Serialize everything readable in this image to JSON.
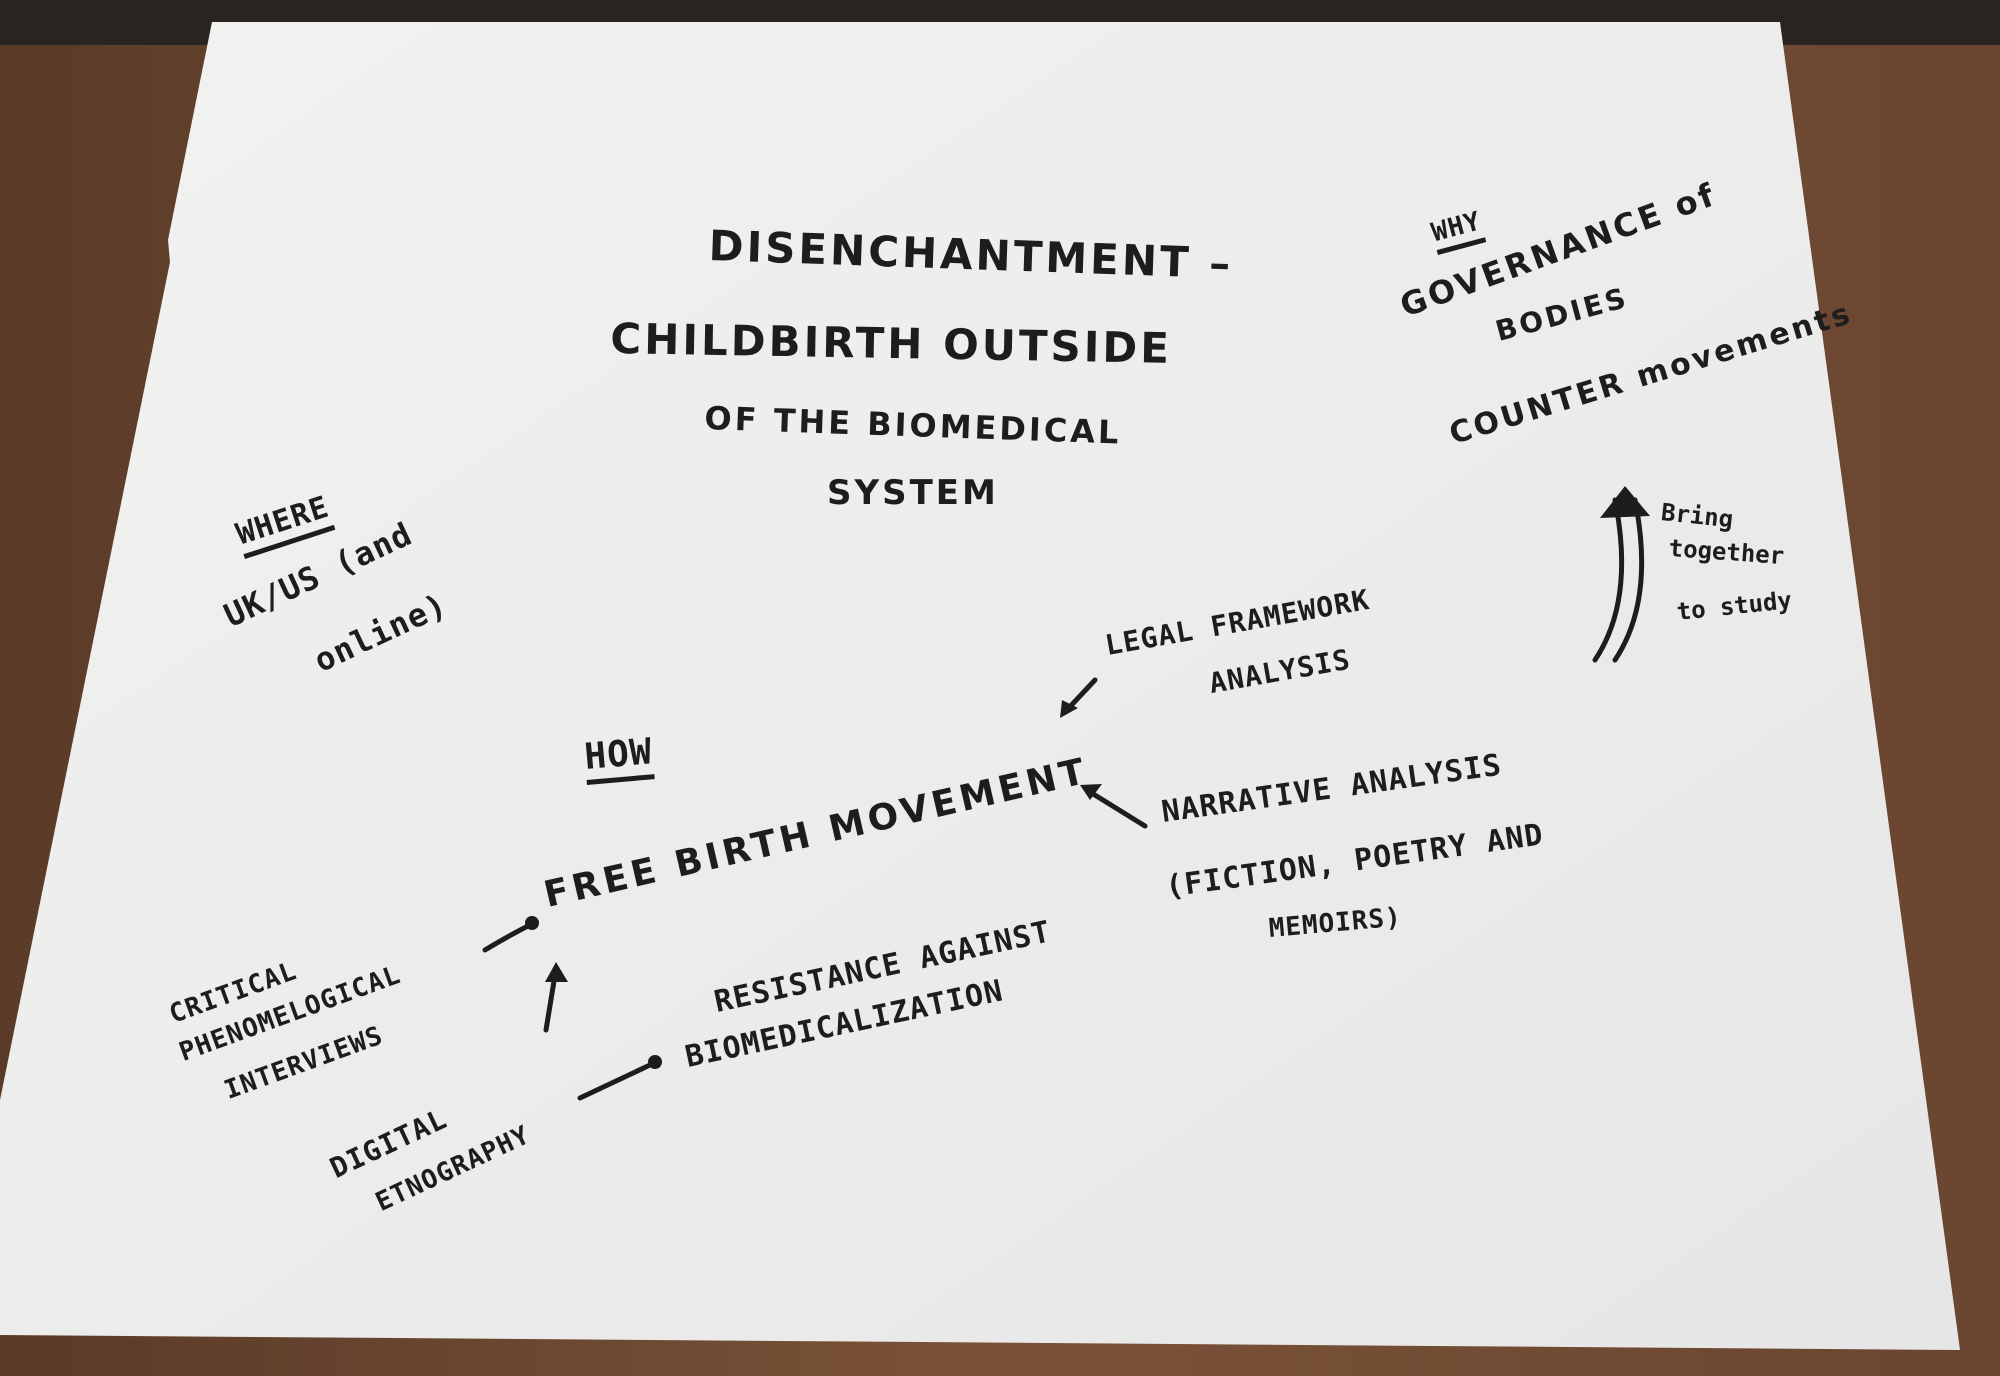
{
  "title": {
    "line1": "DISENCHANTMENT –",
    "line2": "CHILDBIRTH  OUTSIDE",
    "line3": "OF THE BIOMEDICAL",
    "line4": "SYSTEM"
  },
  "where": {
    "heading": "WHERE",
    "line1": "UK/US (and",
    "line2": "online)"
  },
  "why": {
    "heading": "WHY",
    "line1": "GOVERNANCE of",
    "line2": "BODIES",
    "line3": "COUNTER movements"
  },
  "bring": {
    "line1": "Bring",
    "line2": "together",
    "line3": "to study"
  },
  "legal": {
    "line1": "LEGAL FRAMEWORK",
    "line2": "ANALYSIS"
  },
  "how": {
    "heading": "HOW"
  },
  "center": {
    "label": "FREE  BIRTH  MOVEMENT"
  },
  "narrative": {
    "line1": "NARRATIVE ANALYSIS",
    "line2": "(FICTION,  POETRY AND",
    "line3": "MEMOIRS)"
  },
  "critical": {
    "line1": "CRITICAL",
    "line2": "PHENOMELOGICAL",
    "line3": "INTERVIEWS"
  },
  "resistance": {
    "line1": "RESISTANCE AGAINST",
    "line2": "BIOMEDICALIZATION"
  },
  "digital": {
    "line1": "DIGITAL",
    "line2": "ETNOGRAPHY"
  },
  "colors": {
    "paper": "#f1f1f0",
    "ink": "#1d1d1d",
    "table": "#6e4a33"
  }
}
